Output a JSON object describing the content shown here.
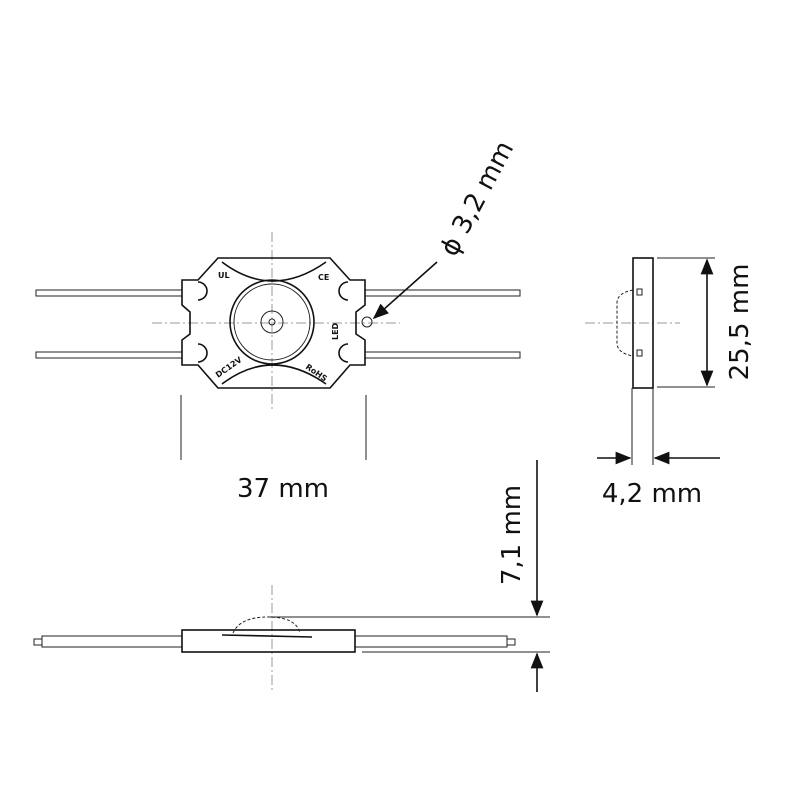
{
  "dimensions": {
    "hole_diameter": "ϕ 3,2 mm",
    "width": "37 mm",
    "height": "25,5 mm",
    "thickness": "4,2 mm",
    "total_height": "7,1 mm"
  },
  "markings": {
    "voltage": "DC12V",
    "rohs": "RoHS",
    "ce": "CE",
    "ul": "UL",
    "led": "LED"
  },
  "colors": {
    "line": "#111111",
    "centerline": "#999999"
  }
}
